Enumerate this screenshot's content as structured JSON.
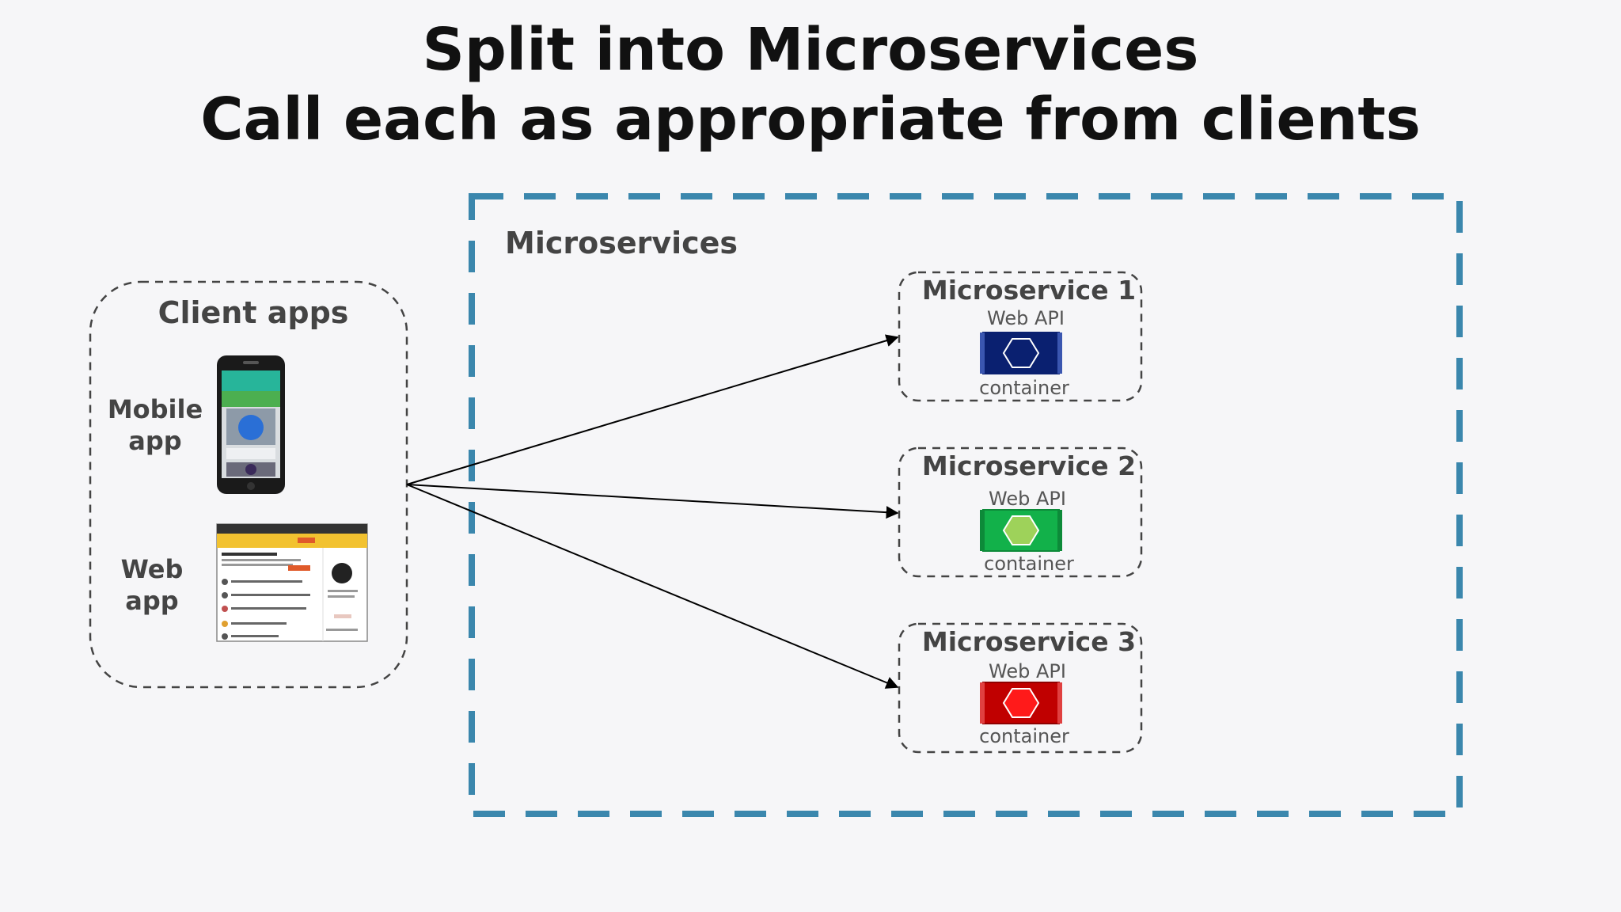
{
  "title": {
    "line1": "Split into Microservices",
    "line2": "Call each as appropriate from clients"
  },
  "microservices_group": {
    "label": "Microservices",
    "border_color": "#3b87ad"
  },
  "client_apps": {
    "label": "Client apps",
    "mobile_label_line1": "Mobile",
    "mobile_label_line2": "app",
    "web_label_line1": "Web",
    "web_label_line2": "app"
  },
  "services": [
    {
      "name": "Microservice 1",
      "api": "Web API",
      "container": "container",
      "color": "#0a2070",
      "hex_color": "#0a2070"
    },
    {
      "name": "Microservice 2",
      "api": "Web API",
      "container": "container",
      "color": "#12b14a",
      "hex_color": "#9ed25a"
    },
    {
      "name": "Microservice 3",
      "api": "Web API",
      "container": "container",
      "color": "#c00000",
      "hex_color": "#ff1a1a"
    }
  ]
}
